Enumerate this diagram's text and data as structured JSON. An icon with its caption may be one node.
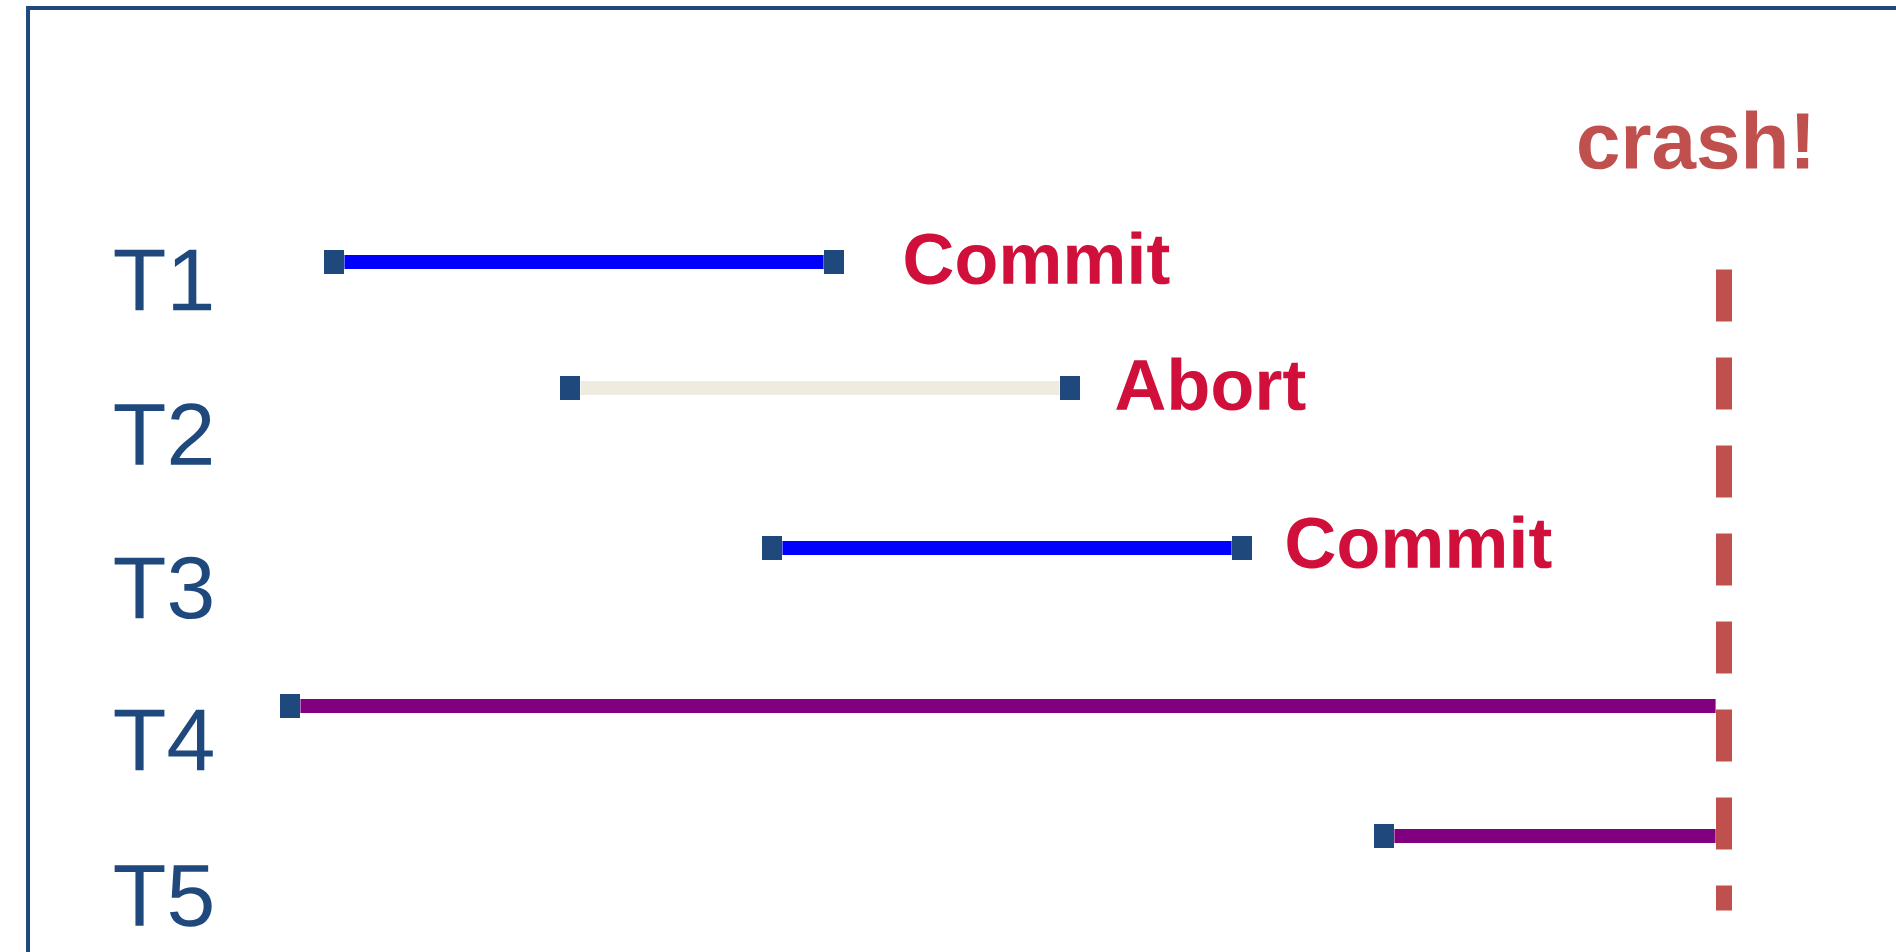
{
  "diagram": {
    "nodes": [
      {
        "text": [],
        "shape": "box"
      },
      {
        "text": [],
        "shape": "box",
        "beside": [
          "Commit"
        ]
      },
      {
        "text": [],
        "shape": "box"
      },
      {
        "text": [],
        "shape": "box",
        "beside": [
          "Abort"
        ]
      },
      {
        "text": [],
        "shape": "box"
      },
      {
        "text": [],
        "shape": "box",
        "beside": [
          "Commit"
        ]
      },
      {
        "text": [],
        "shape": "box"
      },
      {
        "text": [],
        "shape": "box"
      },
      {
        "text": [],
        "shape": "bar",
        "beside": [
          "crash!"
        ]
      }
    ],
    "edges": [
      {
        "from": 0,
        "to": 1,
        "arrow": "none",
        "color": "#0000ff"
      },
      {
        "from": 2,
        "to": 3,
        "arrow": "none",
        "color": "#eeebe0"
      },
      {
        "from": 4,
        "to": 5,
        "arrow": "none",
        "color": "#0000ff"
      },
      {
        "from": 6,
        "to": 8,
        "arrow": "none",
        "color": "#800080"
      },
      {
        "from": 7,
        "to": 8,
        "arrow": "none",
        "color": "#800080"
      }
    ],
    "labels": [
      "T1",
      "T2",
      "T3",
      "T4",
      "T5"
    ]
  }
}
